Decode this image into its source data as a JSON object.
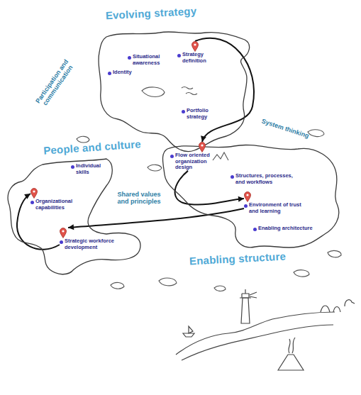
{
  "diagram": {
    "nodes": [
      {
        "text": [
          "Evolving strategy"
        ]
      },
      {
        "text": [
          "Situational awareness"
        ],
        "in": 0
      },
      {
        "text": [
          "Strategy definition"
        ],
        "in": 0
      },
      {
        "text": [
          "Identity"
        ],
        "in": 0
      },
      {
        "text": [
          "Portfolio strategy"
        ],
        "in": 0
      },
      {
        "text": [
          "People and culture"
        ]
      },
      {
        "text": [
          "Individual skills"
        ],
        "in": 5
      },
      {
        "text": [
          "Organizational capabilities"
        ],
        "in": 5
      },
      {
        "text": [
          "Strategic workforce development"
        ],
        "in": 5
      },
      {
        "text": [
          "Enabling structure"
        ]
      },
      {
        "text": [
          "Flow oriented organization design"
        ],
        "in": 9
      },
      {
        "text": [
          "Structures, processes, and workflows"
        ],
        "in": 9
      },
      {
        "text": [
          "Environment of trust and learning"
        ],
        "in": 9
      },
      {
        "text": [
          "Enabling architecture"
        ],
        "in": 9
      }
    ],
    "edges": [
      {
        "from": 2,
        "to": 10,
        "arrow": "to"
      },
      {
        "from": 10,
        "to": 12,
        "arrow": "to"
      },
      {
        "from": 12,
        "to": 8,
        "arrow": "to"
      },
      {
        "from": 8,
        "to": 7,
        "arrow": "to"
      }
    ],
    "labels": [
      "Participation and communication",
      "System thinking",
      "Shared values and principles"
    ]
  }
}
